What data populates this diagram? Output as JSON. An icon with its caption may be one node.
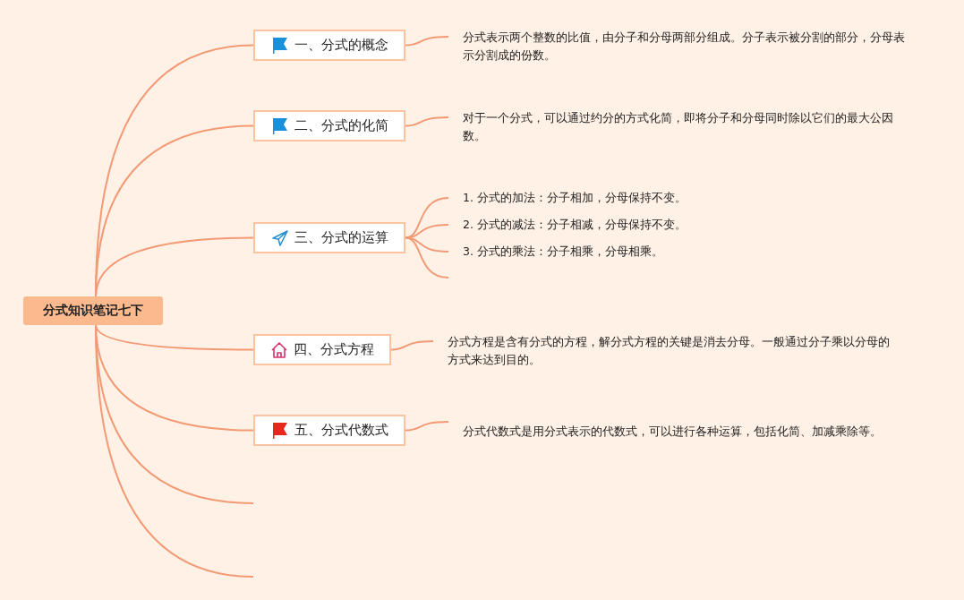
{
  "diagram": {
    "nodes": [
      {
        "text": [
          "分式知识笔记七下"
        ]
      },
      {
        "text": [
          "一、分式的概念"
        ]
      },
      {
        "text": [
          "二、分式的化简"
        ]
      },
      {
        "text": [
          "三、分式的运算"
        ]
      },
      {
        "text": [
          "四、分式方程"
        ]
      },
      {
        "text": [
          "五、分式代数式"
        ]
      },
      {
        "text": [
          "分式表示两个整数的比值，由分子和分母两部分组成。分子表示被分割的部分，分母表示分割成的份数。"
        ]
      },
      {
        "text": [
          "对于一个分式，可以通过约分的方式化简，即将分子和分母同时除以它们的最大公因数。"
        ]
      },
      {
        "text": [
          "1. 分式的加法：分子相加，分母保持不变。"
        ]
      },
      {
        "text": [
          "2. 分式的减法：分子相减，分母保持不变。"
        ]
      },
      {
        "text": [
          "3. 分式的乘法：分子相乘，分母相乘。"
        ]
      },
      {
        "text": [
          "分式方程是含有分式的方程，解分式方程的关键是消去分母。一般通过分子乘以分母的方式来达到目的。"
        ]
      },
      {
        "text": [
          "分式代数式是用分式表示的代数式，可以进行各种运算，包括化简、加减乘除等。"
        ]
      }
    ],
    "edges": [
      {
        "from": 0,
        "to": 1,
        "arrow": "none"
      },
      {
        "from": 0,
        "to": 2,
        "arrow": "none"
      },
      {
        "from": 0,
        "to": 3,
        "arrow": "none"
      },
      {
        "from": 0,
        "to": 4,
        "arrow": "none"
      },
      {
        "from": 0,
        "to": 5,
        "arrow": "none"
      },
      {
        "from": 0,
        "to": null,
        "arrow": "none"
      },
      {
        "from": 0,
        "to": null,
        "arrow": "none"
      },
      {
        "from": 1,
        "to": 6,
        "arrow": "none"
      },
      {
        "from": 2,
        "to": 7,
        "arrow": "none"
      },
      {
        "from": 3,
        "to": 8,
        "arrow": "none"
      },
      {
        "from": 3,
        "to": 9,
        "arrow": "none"
      },
      {
        "from": 3,
        "to": 10,
        "arrow": "none"
      },
      {
        "from": 3,
        "to": null,
        "arrow": "none"
      },
      {
        "from": 4,
        "to": 11,
        "arrow": "none"
      },
      {
        "from": 5,
        "to": 12,
        "arrow": "none"
      }
    ]
  }
}
